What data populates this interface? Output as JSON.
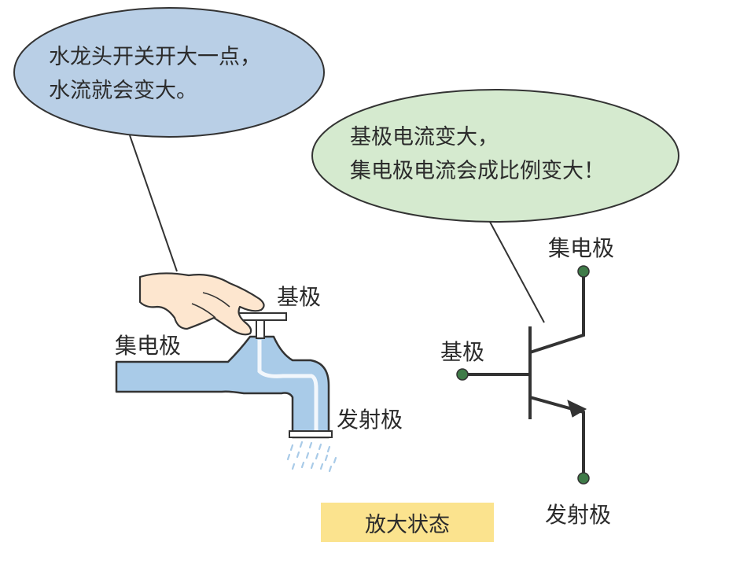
{
  "faucet_bubble": {
    "line1": "水龙头开关开大一点，",
    "line2": "水流就会变大。"
  },
  "transistor_bubble": {
    "line1": "基极电流变大，",
    "line2": "集电极电流会成比例变大！"
  },
  "faucet_labels": {
    "base": "基极",
    "collector": "集电极",
    "emitter": "发射极"
  },
  "transistor_labels": {
    "collector": "集电极",
    "base": "基极",
    "emitter": "发射极"
  },
  "state_label": "放大状态",
  "colors": {
    "faucet_bubble": "#b9cfe6",
    "transistor_bubble": "#d5eacf",
    "water": "#a9cbe8",
    "terminal": "#3f7b48",
    "state_box": "#fbe38e",
    "hand": "#fde6cf",
    "outline": "#333333"
  }
}
